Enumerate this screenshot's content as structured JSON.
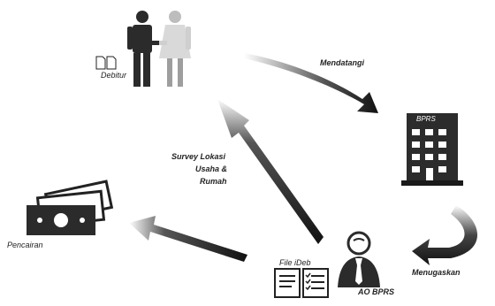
{
  "nodes": {
    "debitur": {
      "label": "Debitur"
    },
    "bprs": {
      "label": "BPRS"
    },
    "ao": {
      "label": "AO BPRS"
    },
    "file": {
      "label": "File iDeb"
    },
    "pencairan": {
      "label": "Pencairan"
    }
  },
  "edges": {
    "mendatangi": "Mendatangi",
    "menugaskan": "Menugaskan",
    "survey_line1": "Survey Lokasi",
    "survey_line2": "Usaha &",
    "survey_line3": "Rumah"
  },
  "colors": {
    "ink": "#222222",
    "figure_dark": "#2b2b2b",
    "figure_light": "#d9d9d9",
    "building": "#2c2c2c",
    "window": "#ffffff"
  }
}
